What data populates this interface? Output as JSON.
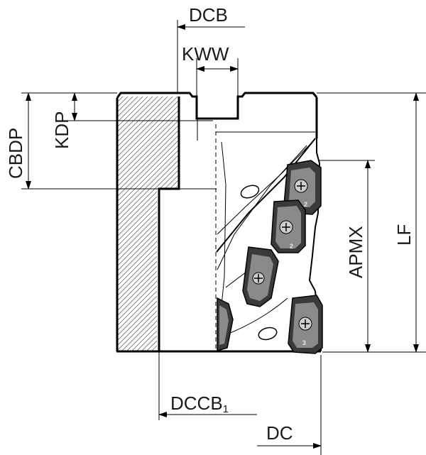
{
  "diagram": {
    "labels": {
      "dcb": "DCB",
      "kww": "KWW",
      "cbdp": "CBDP",
      "kdp": "KDP",
      "apmx": "APMX",
      "lf": "LF",
      "dccb_main": "DCCB",
      "dccb_sub": "1",
      "dc": "DC"
    },
    "insert_numbers": [
      "2",
      "2",
      "3"
    ],
    "colors": {
      "line": "#000000",
      "insert_dark": "#3a3a3a",
      "insert_mid": "#8a8a8a",
      "insert_light": "#cfcfcf",
      "background": "#ffffff"
    }
  }
}
